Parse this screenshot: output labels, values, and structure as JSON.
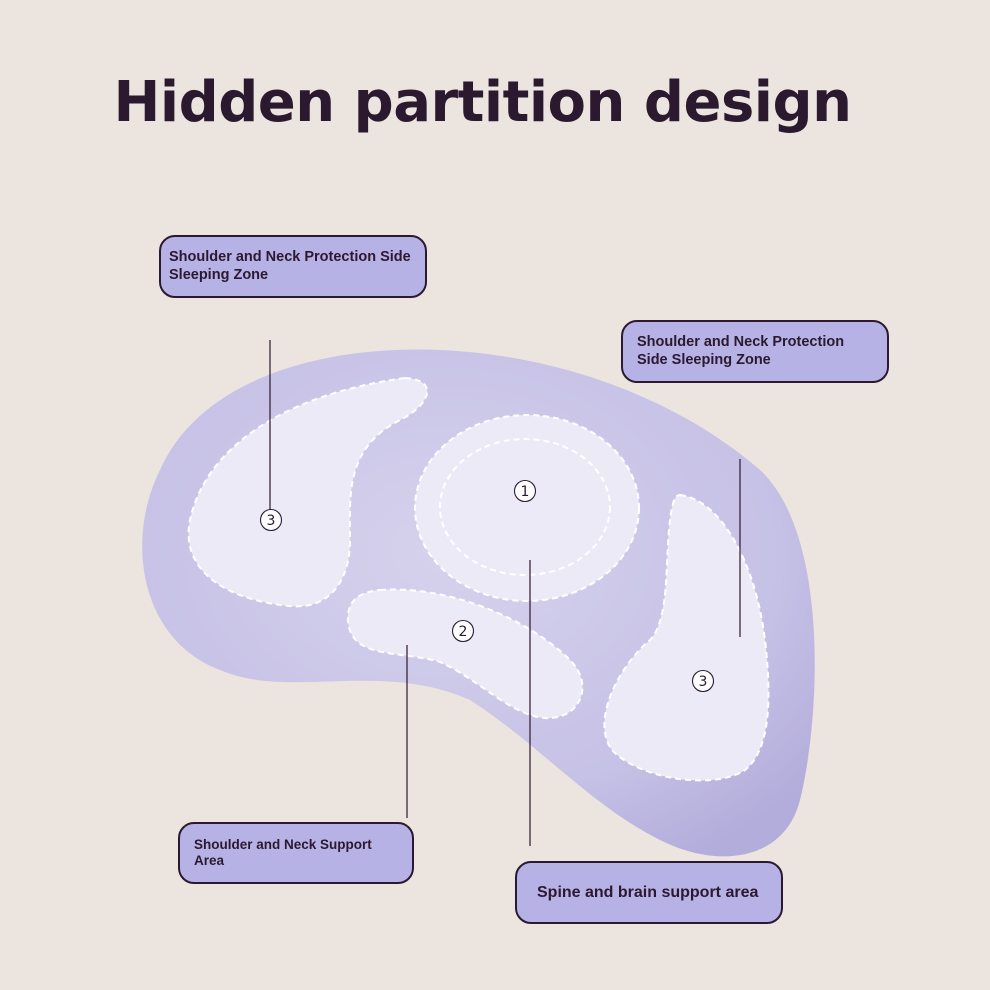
{
  "title": "Hidden partition design",
  "colors": {
    "background": "#ece4de",
    "pillow": "#c4bfe4",
    "zone": "#eceaf6",
    "callout": "#b7b2e5",
    "ink": "#2b1930"
  },
  "callouts": {
    "top_left": "Shoulder and Neck Protection Side Sleeping Zone",
    "top_right": "Shoulder and Neck Protection Side Sleeping Zone",
    "bottom_left": "Shoulder and Neck Support Area",
    "bottom_right": "Spine and brain support area"
  },
  "zones": {
    "center": "1",
    "neck": "2",
    "left_side": "3",
    "right_side": "3"
  }
}
